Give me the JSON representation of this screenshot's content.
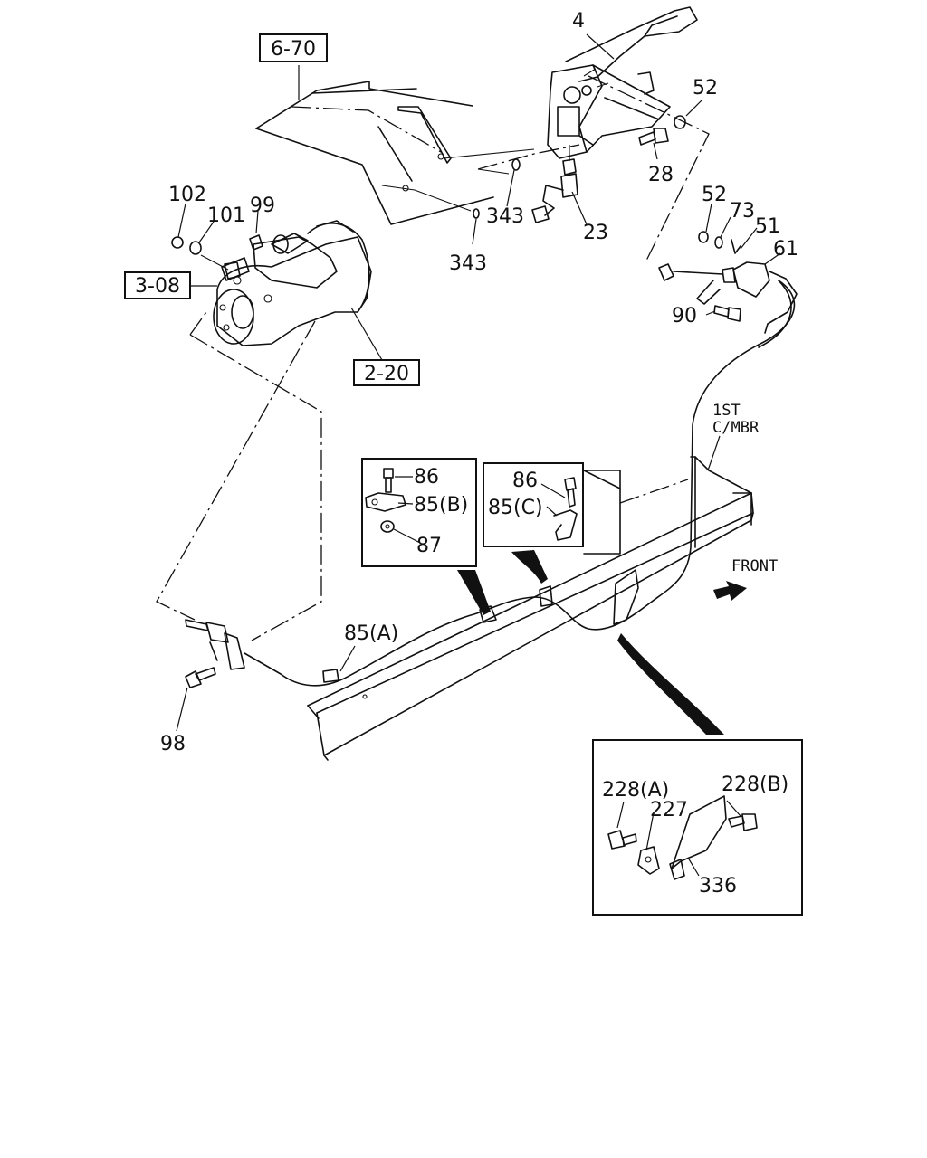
{
  "callouts": {
    "part_4": "4",
    "part_52_top": "52",
    "part_28": "28",
    "part_23": "23",
    "part_343_a": "343",
    "part_343_b": "343",
    "part_52_mid": "52",
    "part_73": "73",
    "part_51": "51",
    "part_61": "61",
    "part_90": "90",
    "part_102": "102",
    "part_101": "101",
    "part_99": "99",
    "part_98": "98",
    "part_85a": "85(A)",
    "part_86_left": "86",
    "part_85b": "85(B)",
    "part_87": "87",
    "part_86_right": "86",
    "part_85c": "85(C)",
    "part_228a": "228(A)",
    "part_227": "227",
    "part_228b": "228(B)",
    "part_336": "336"
  },
  "references": {
    "ref_6_70": "6-70",
    "ref_3_08": "3-08",
    "ref_2_20": "2-20"
  },
  "notes": {
    "crossmember_line1": "1ST",
    "crossmember_line2": "C/MBR",
    "front": "FRONT"
  }
}
